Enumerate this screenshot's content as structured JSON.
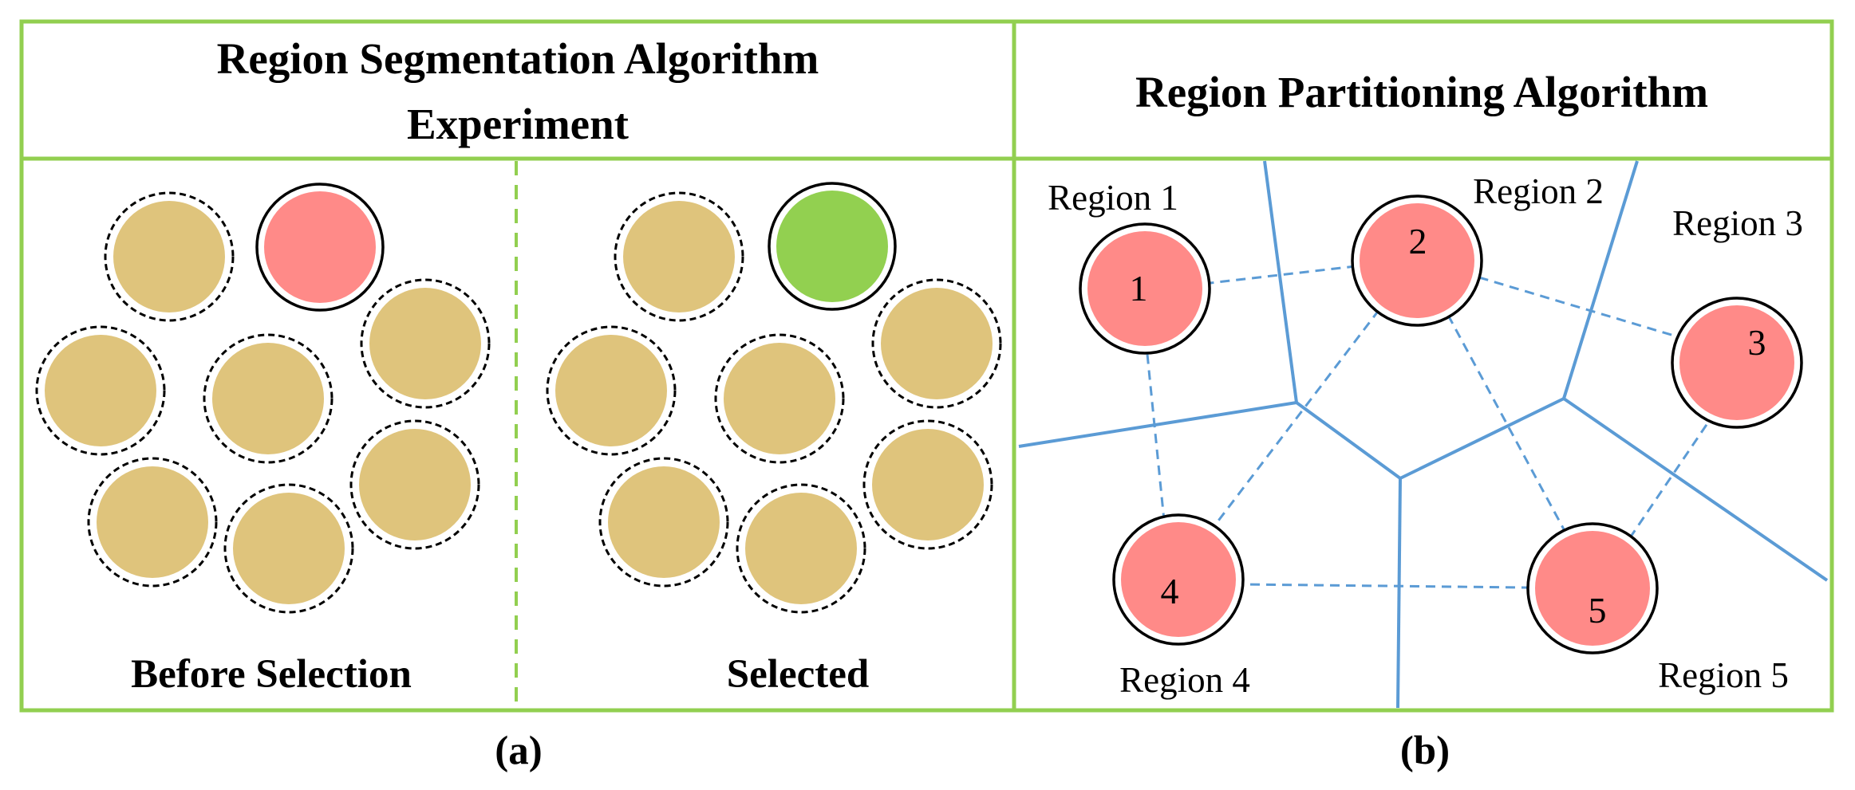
{
  "panel_a": {
    "title_line1": "Region Segmentation Algorithm",
    "title_line2": "Experiment",
    "left_label": "Before Selection",
    "right_label": "Selected",
    "caption": "(a)"
  },
  "panel_b": {
    "title": "Region Partitioning Algorithm",
    "caption": "(b)",
    "regions": [
      {
        "label": "Region 1",
        "node": "1"
      },
      {
        "label": "Region 2",
        "node": "2"
      },
      {
        "label": "Region 3",
        "node": "3"
      },
      {
        "label": "Region 4",
        "node": "4"
      },
      {
        "label": "Region 5",
        "node": "5"
      }
    ]
  },
  "colors": {
    "frame": "#92cf50",
    "tan_circle": "#dfc47c",
    "red_circle": "#ff8a88",
    "green_circle": "#92d050",
    "boundary_line": "#5b9bd5"
  }
}
